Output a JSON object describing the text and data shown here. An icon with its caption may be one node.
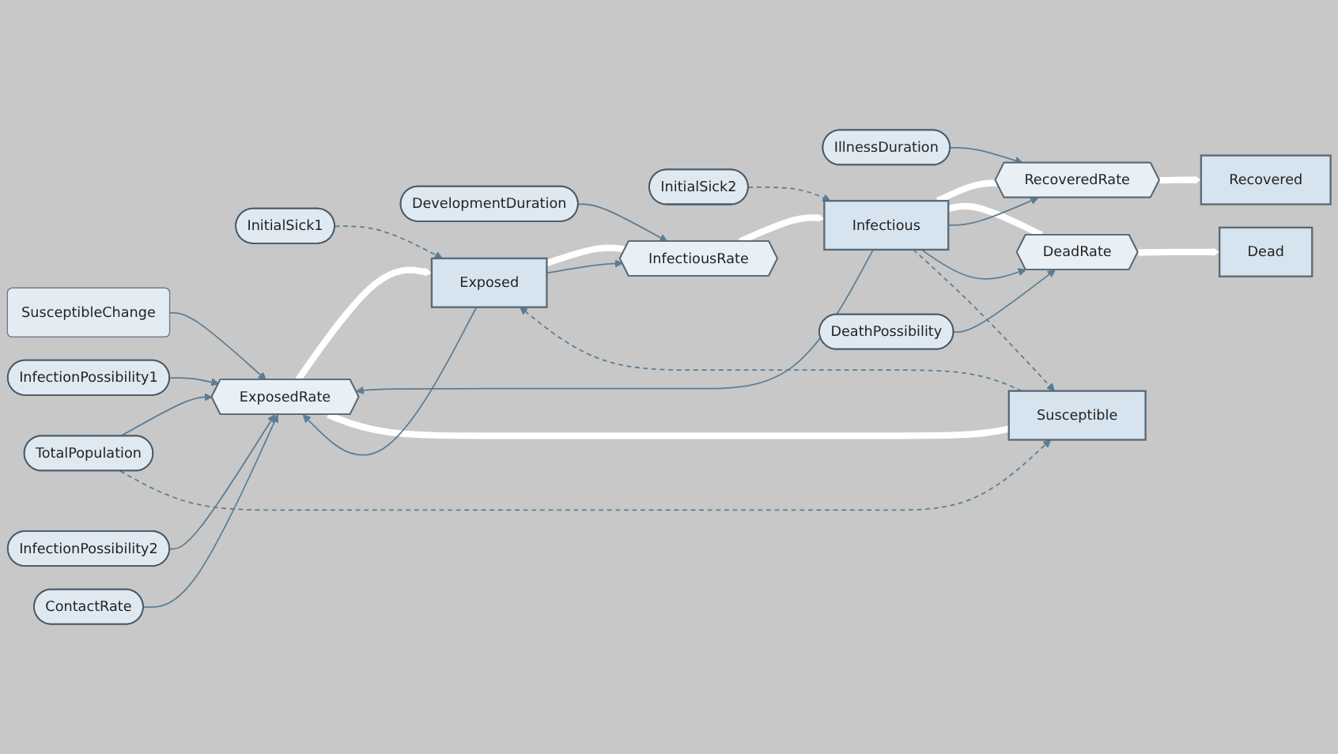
{
  "diagram": {
    "nodes": [
      {
        "text": [
          "SusceptibleChange"
        ]
      },
      {
        "text": [
          "InfectionPossibility2"
        ]
      },
      {
        "text": [
          "IllnessDuration"
        ]
      },
      {
        "text": [
          "DevelopmentDuration"
        ]
      },
      {
        "text": [
          "InitialSick1"
        ]
      },
      {
        "text": [
          "InitialSick2"
        ]
      },
      {
        "text": [
          "InfectionPossibility1"
        ]
      },
      {
        "text": [
          "Susceptible"
        ]
      },
      {
        "text": [
          "ExposedRate"
        ]
      },
      {
        "text": [
          "Exposed"
        ]
      },
      {
        "text": [
          "InfectiousRate"
        ]
      },
      {
        "text": [
          "Infectious"
        ]
      },
      {
        "text": [
          "Recovered"
        ]
      },
      {
        "text": [
          "RecoveredRate"
        ]
      },
      {
        "text": [
          "Dead"
        ]
      },
      {
        "text": [
          "DeadRate"
        ]
      },
      {
        "text": [
          "TotalPopulation"
        ]
      },
      {
        "text": [
          "ContactRate"
        ]
      },
      {
        "text": [
          "DeathPossibility"
        ]
      }
    ],
    "edges": [
      {
        "from": 7,
        "to": 8,
        "arrow": "none",
        "style": "thick",
        "color": "#ffffff"
      },
      {
        "from": 8,
        "to": 9,
        "arrow": "to",
        "style": "thick",
        "color": "#ffffff"
      },
      {
        "from": 9,
        "to": 10,
        "arrow": "none",
        "style": "thick",
        "color": "#ffffff"
      },
      {
        "from": 10,
        "to": 11,
        "arrow": "to",
        "style": "thick",
        "color": "#ffffff"
      },
      {
        "from": 11,
        "to": 13,
        "arrow": "none",
        "style": "thick",
        "color": "#ffffff"
      },
      {
        "from": 13,
        "to": 12,
        "arrow": "to",
        "style": "thick",
        "color": "#ffffff"
      },
      {
        "from": 11,
        "to": 15,
        "arrow": "none",
        "style": "thick",
        "color": "#ffffff"
      },
      {
        "from": 15,
        "to": 14,
        "arrow": "to",
        "style": "thick",
        "color": "#ffffff"
      },
      {
        "from": 0,
        "to": 8,
        "arrow": "to"
      },
      {
        "from": 6,
        "to": 8,
        "arrow": "to"
      },
      {
        "from": 1,
        "to": 8,
        "arrow": "to"
      },
      {
        "from": 16,
        "to": 8,
        "arrow": "to"
      },
      {
        "from": 17,
        "to": 8,
        "arrow": "to"
      },
      {
        "from": 9,
        "to": 8,
        "arrow": "to"
      },
      {
        "from": 11,
        "to": 8,
        "arrow": "to"
      },
      {
        "from": 9,
        "to": 10,
        "arrow": "to"
      },
      {
        "from": 3,
        "to": 10,
        "arrow": "to"
      },
      {
        "from": 11,
        "to": 13,
        "arrow": "to"
      },
      {
        "from": 2,
        "to": 13,
        "arrow": "to"
      },
      {
        "from": 11,
        "to": 15,
        "arrow": "to"
      },
      {
        "from": 18,
        "to": 15,
        "arrow": "to"
      },
      {
        "from": 16,
        "to": 7,
        "arrow": "to",
        "style": "dashed"
      },
      {
        "from": 7,
        "to": 9,
        "arrow": "to",
        "style": "dashed"
      },
      {
        "from": 4,
        "to": 9,
        "arrow": "to",
        "style": "dashed"
      },
      {
        "from": 5,
        "to": 11,
        "arrow": "to",
        "style": "dashed"
      },
      {
        "from": 11,
        "to": 7,
        "arrow": "to",
        "style": "dashed"
      }
    ]
  }
}
